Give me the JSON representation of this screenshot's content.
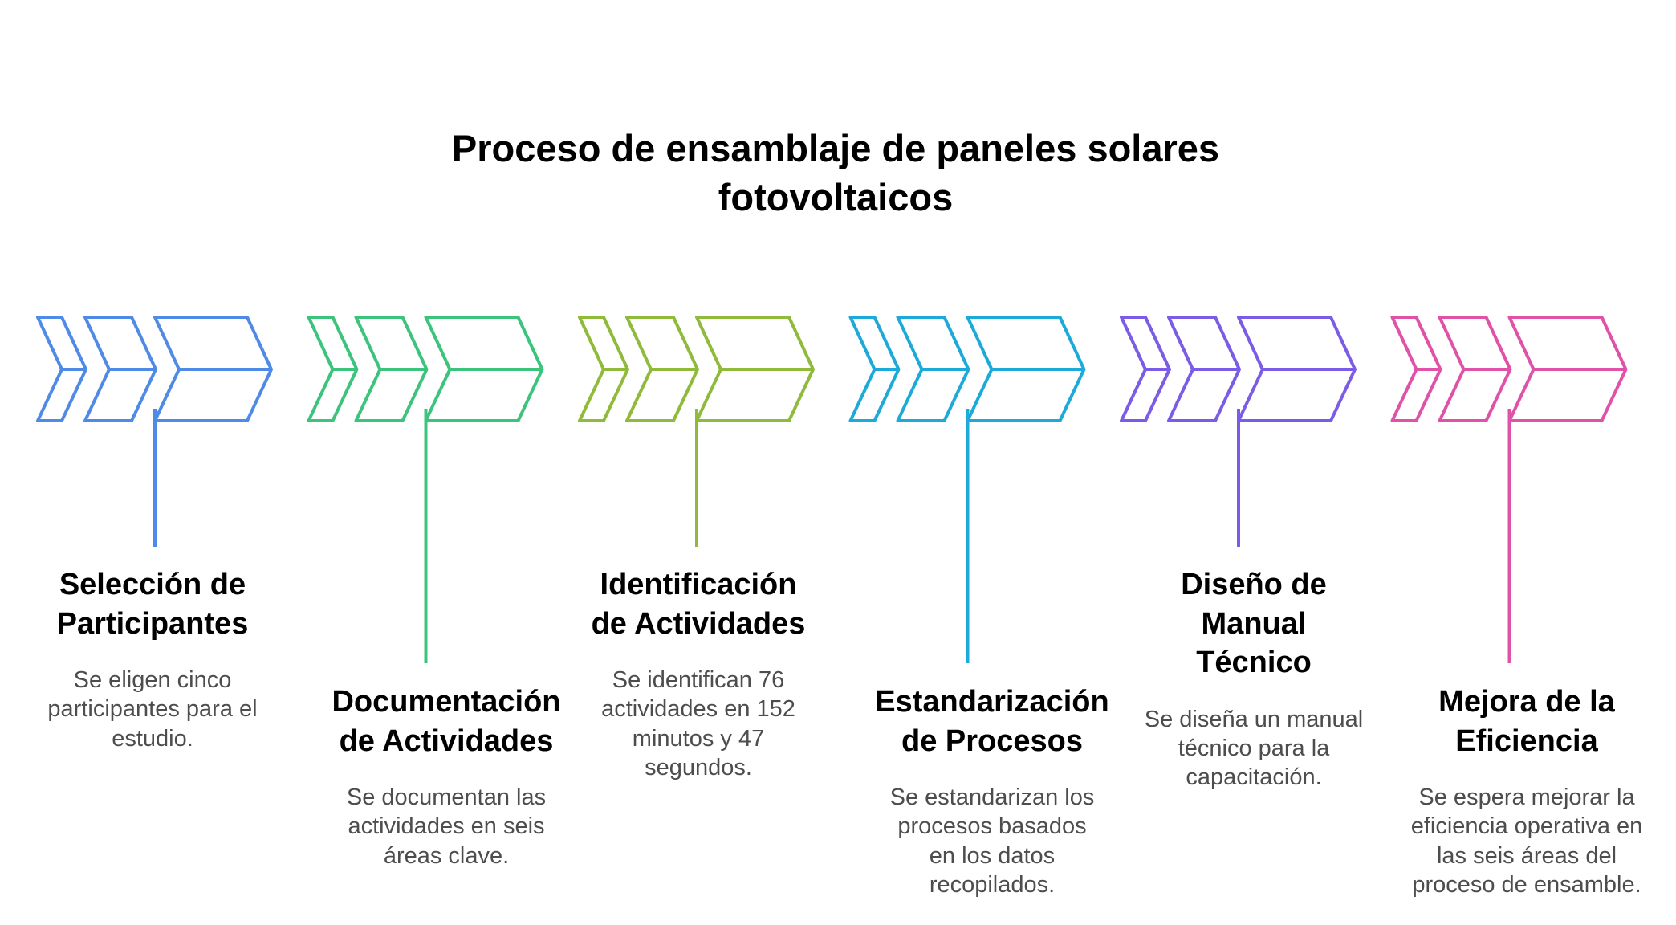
{
  "title": "Proceso de ensamblaje de paneles solares fotovoltaicos",
  "steps": [
    {
      "title": "Selección de Participantes",
      "description": "Se eligen cinco participantes para el estudio.",
      "color": "#4f8ae6"
    },
    {
      "title": "Documentación de Actividades",
      "description": "Se documentan las actividades en seis áreas clave.",
      "color": "#3cc47c"
    },
    {
      "title": "Identificación de Actividades",
      "description": "Se identifican 76 actividades en 152 minutos y 47 segundos.",
      "color": "#8fba3a"
    },
    {
      "title": "Estandarización de Procesos",
      "description": "Se estandarizan los procesos basados en los datos recopilados.",
      "color": "#1eaad8"
    },
    {
      "title": "Diseño de Manual Técnico",
      "description": "Se diseña un manual técnico para la capacitación.",
      "color": "#7b5ce6"
    },
    {
      "title": "Mejora de la Eficiencia",
      "description": "Se espera mejorar la eficiencia operativa en las seis áreas del proceso de ensamble.",
      "color": "#e052a8"
    }
  ]
}
